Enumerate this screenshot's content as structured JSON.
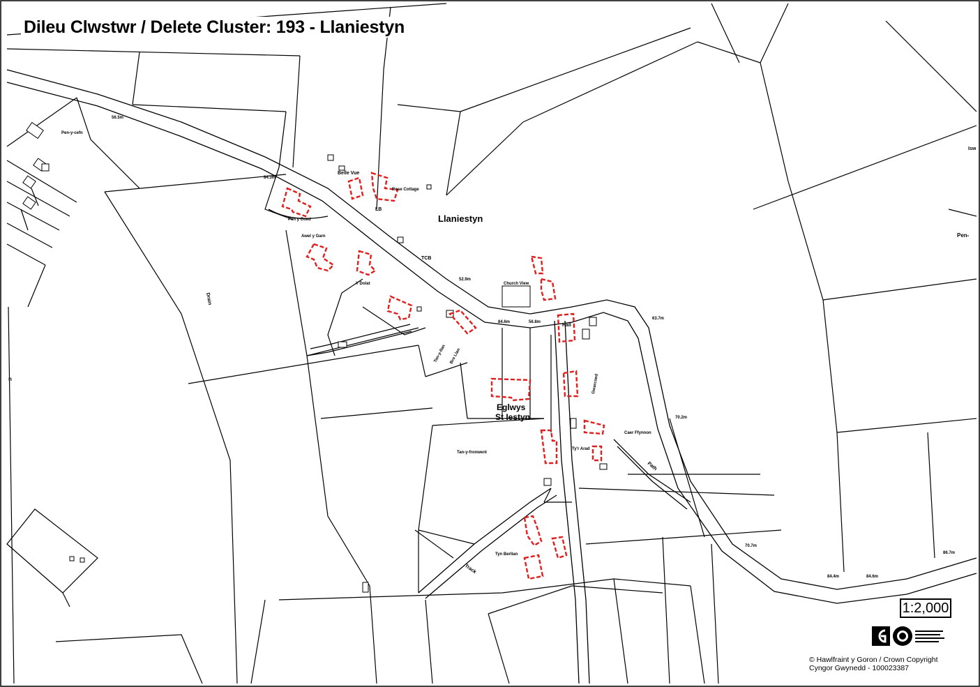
{
  "title": "Dileu Clwstwr / Delete Cluster: 193 - Llaniestyn",
  "scale": "1:2,000",
  "copyright": {
    "line1": "© Hawlfraint y Goron / Crown Copyright",
    "line2": "Cyngor Gwynedd - 100023387"
  },
  "colors": {
    "building_highlight": "#e31c1c",
    "line": "#000000",
    "background": "#ffffff"
  },
  "place_labels": {
    "village": "Llaniestyn",
    "church": "Eglwys",
    "church_line2": "St Iestyn",
    "pen_y_cefn": "Pen-y-cefn",
    "belle_vue": "Belle Vue",
    "rose_cottage": "Rose Cottage",
    "lb": "LB",
    "pen_y_coed": "Pen y Coed",
    "awel_y_garn": "Awel y Garn",
    "y_dolat": "Y Dolat",
    "tcb": "TCB",
    "church_view": "Church View",
    "hall": "Hall",
    "tan_llan": "Tan-y-llan",
    "bro_llan": "Bro Llan",
    "tan_y_fronwent": "Tan-y-fronwent",
    "tyn_berllan": "Tyn Berllan",
    "tyr_arad": "Ty'r Arad",
    "caer_ffynnon": "Caer Ffynnon",
    "gwarcoed": "Gwarcoed",
    "track": "Track",
    "path": "Path",
    "drain": "Drain",
    "pen_right": "Pen-",
    "isw": "Isw",
    "m_left": "n"
  },
  "spot_heights": {
    "h1": "56.5m",
    "h2": "84.3m",
    "h3": "52.9m",
    "h4": "84.6m",
    "h5": "56.8m",
    "h6": "63.7m",
    "h7": "70.2m",
    "h8": "70.7m",
    "h9": "84.4m",
    "h10": "84.6m",
    "h11": "86.7m"
  },
  "icons": {
    "council_logo": "gwynedd-council-logo-icon",
    "anglesey_logo": "anglesey-council-logo-icon"
  }
}
